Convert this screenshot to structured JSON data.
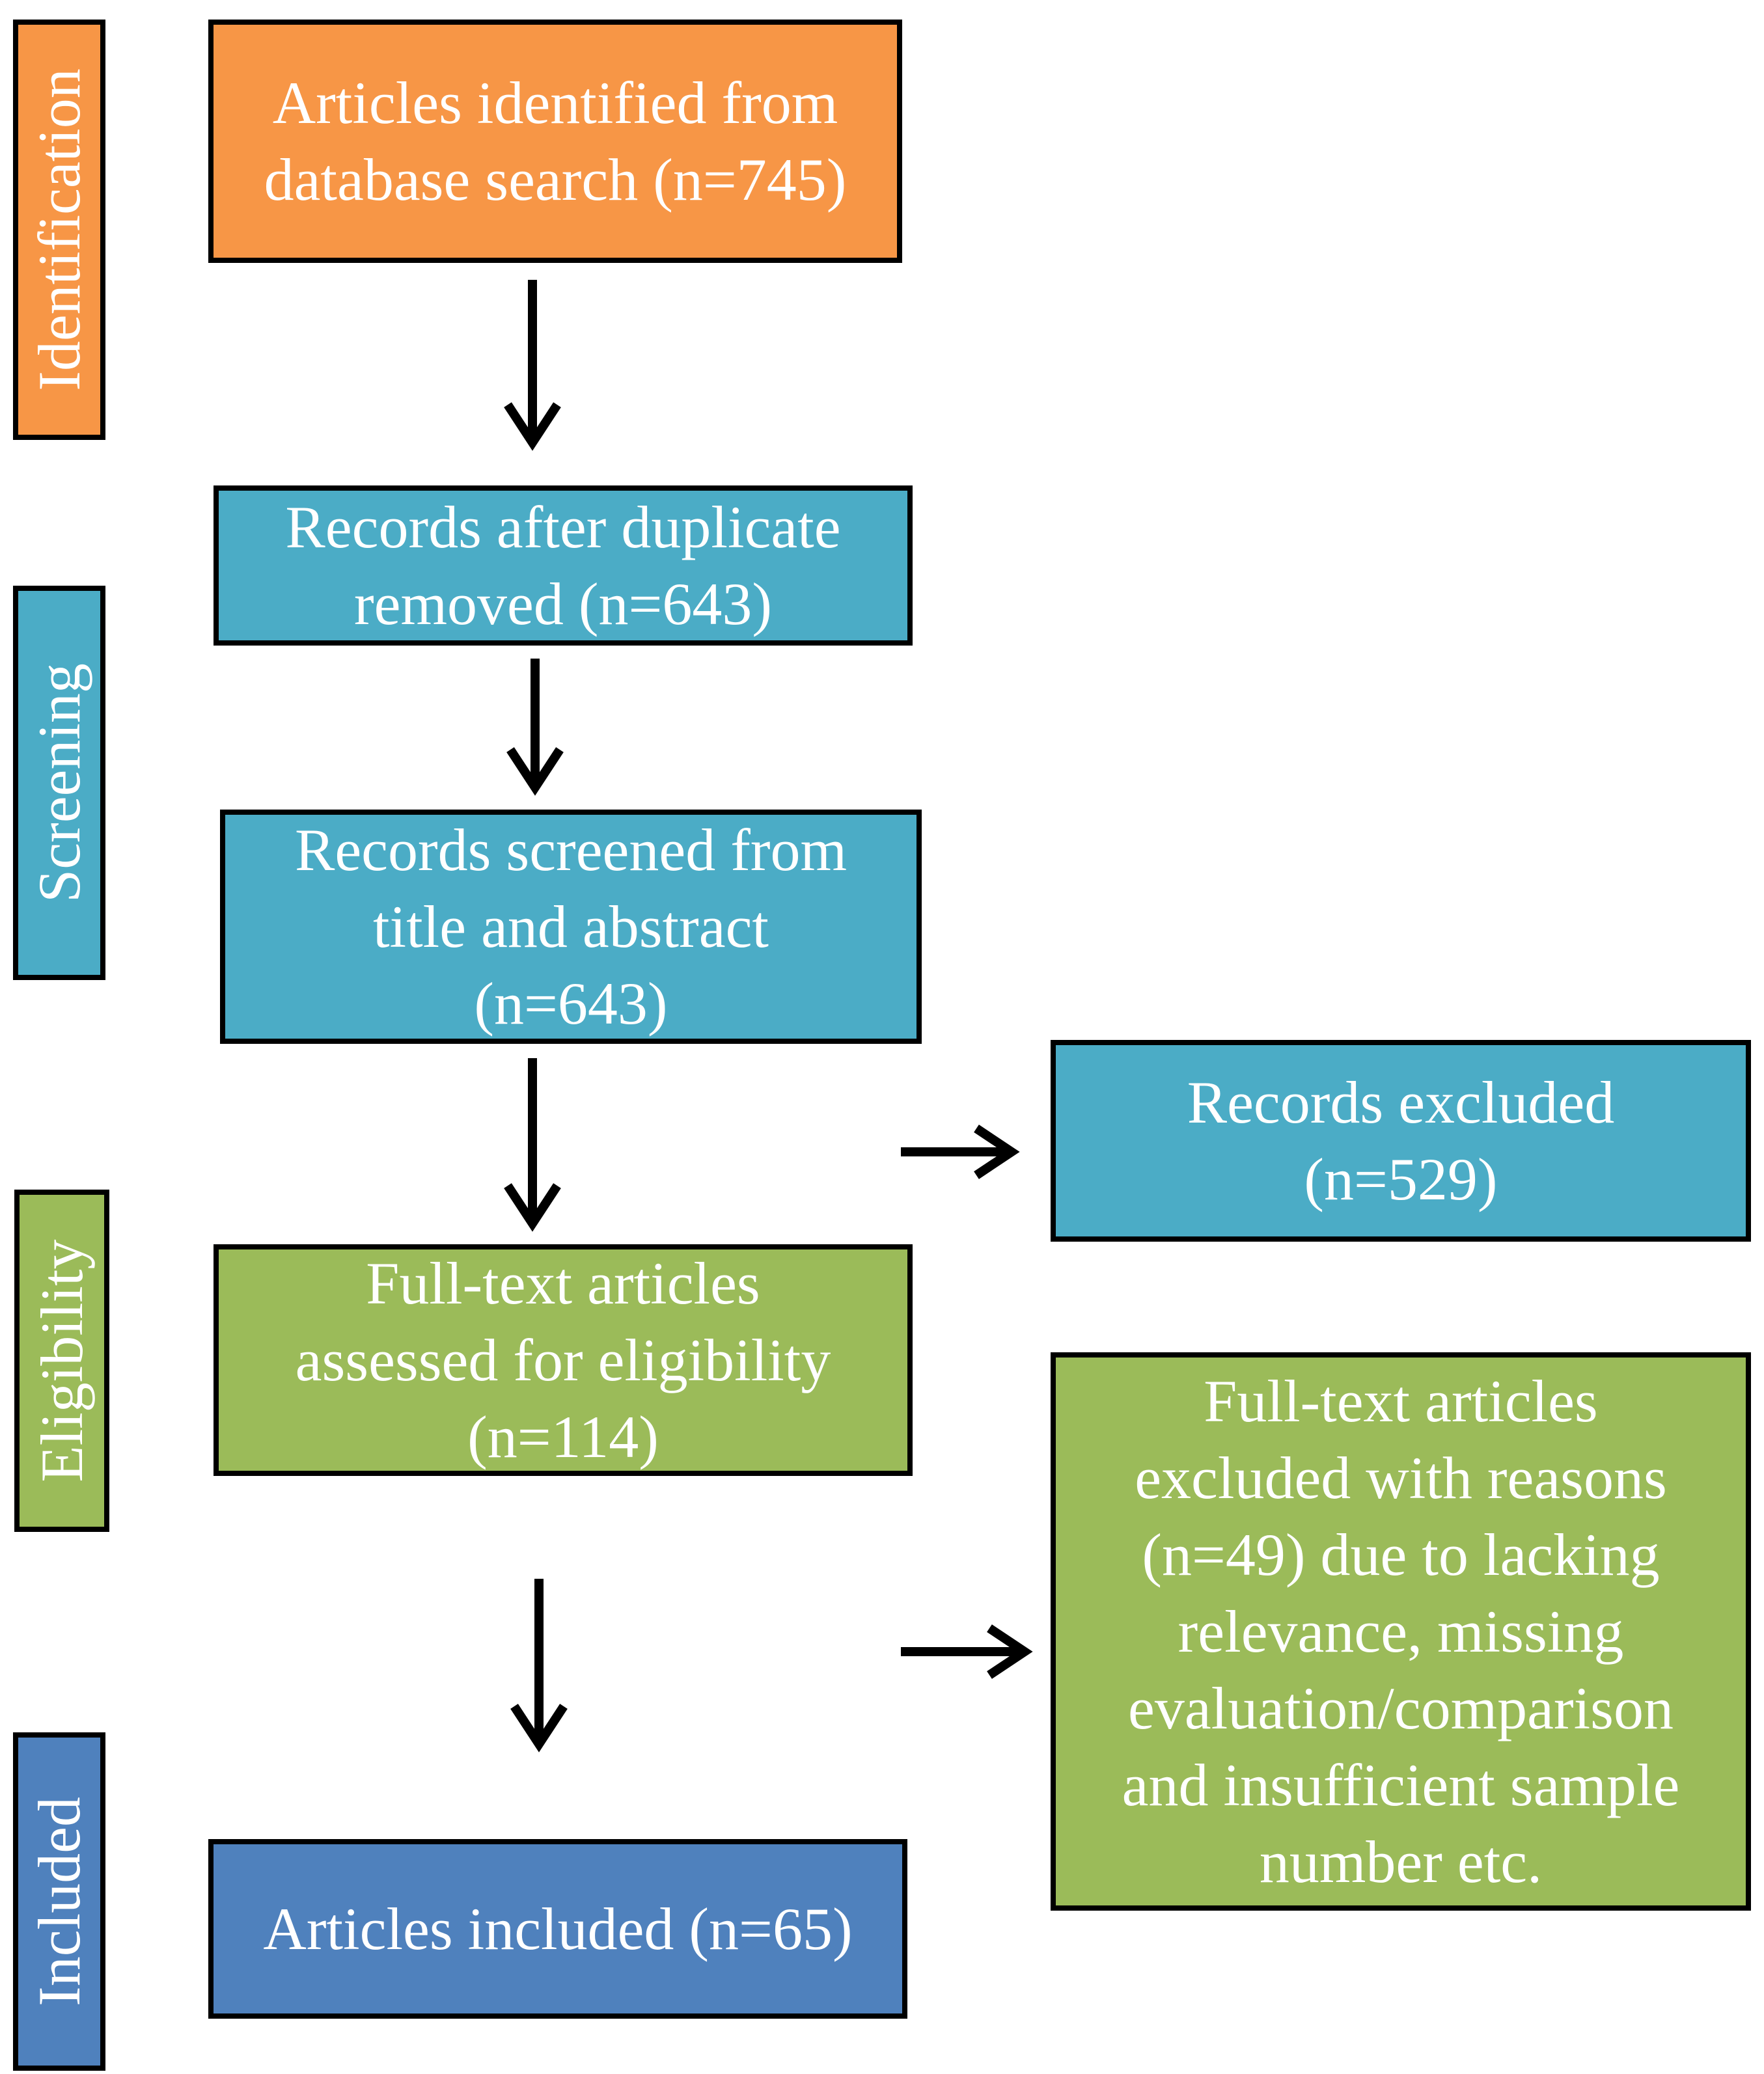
{
  "colors": {
    "identification": "#F79646",
    "screening": "#4BACC6",
    "eligibility": "#9BBB59",
    "included": "#4F81BD",
    "border": "#000000",
    "text": "#FFFFFF"
  },
  "stages": {
    "identification": "Identification",
    "screening": "Screening",
    "eligibility": "Eligibility",
    "included": "Included"
  },
  "boxes": {
    "identified": "Articles identified from\ndatabase search (n=745)",
    "after_duplicates": "Records after duplicate\nremoved (n=643)",
    "screened": "Records screened from\ntitle and abstract\n(n=643)",
    "records_excluded": "Records excluded\n(n=529)",
    "full_text_assessed": "Full-text articles\nassessed for eligibility\n(n=114)",
    "full_text_excluded": "Full-text articles\nexcluded with reasons\n(n=49) due to lacking\nrelevance, missing\nevaluation/comparison\nand insufficient sample\nnumber etc.",
    "included": "Articles included (n=65)"
  }
}
